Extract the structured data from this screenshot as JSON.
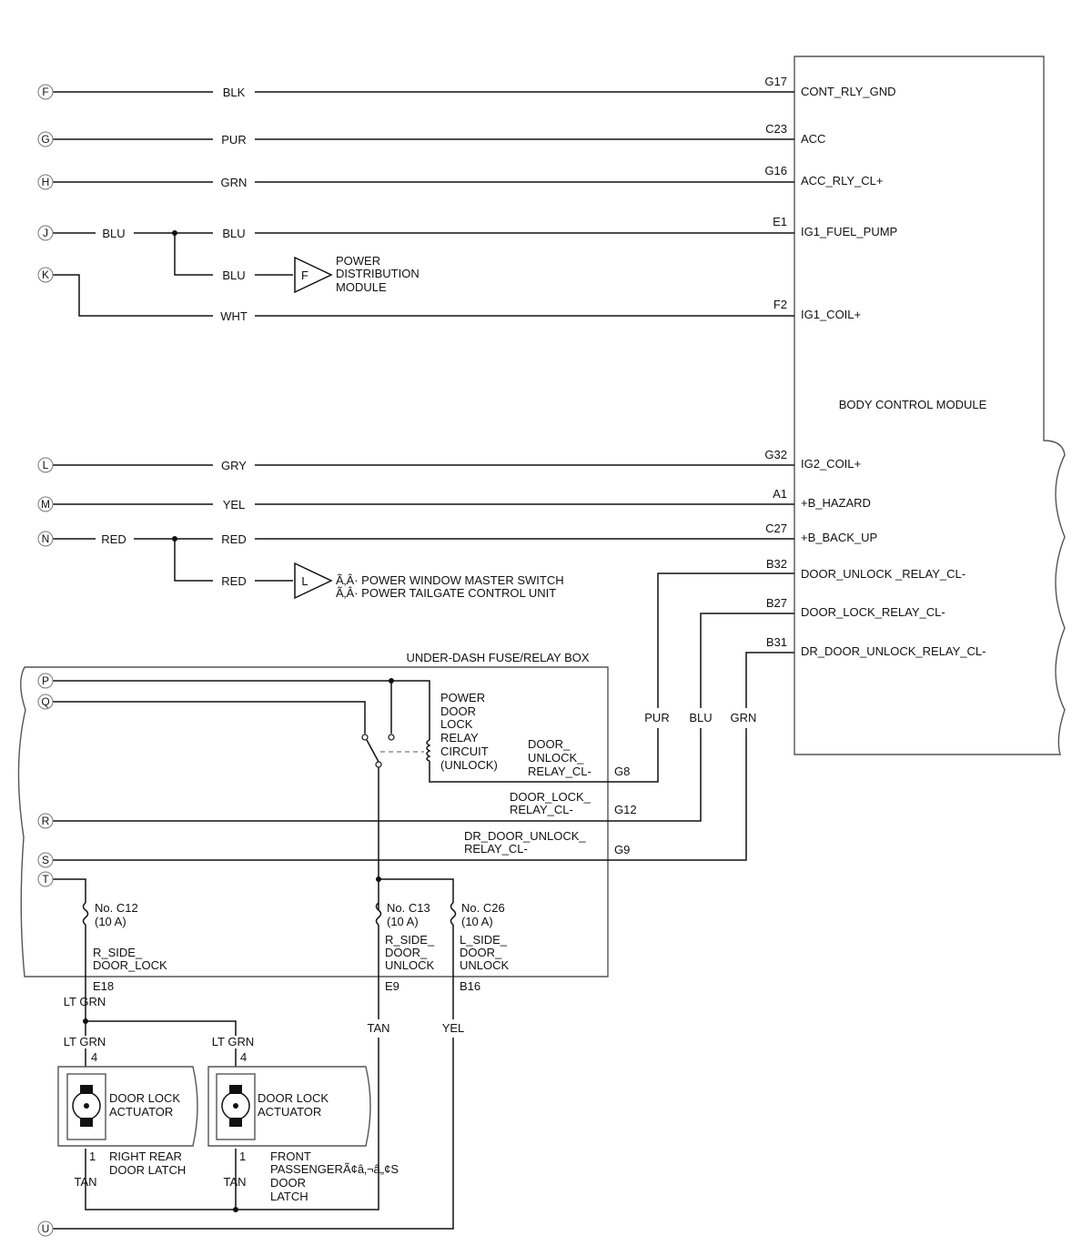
{
  "bcm": {
    "title": "BODY CONTROL MODULE",
    "pins": [
      {
        "pin": "G17",
        "label": "CONT_RLY_GND"
      },
      {
        "pin": "C23",
        "label": "ACC"
      },
      {
        "pin": "G16",
        "label": "ACC_RLY_CL+"
      },
      {
        "pin": "E1",
        "label": "IG1_FUEL_PUMP"
      },
      {
        "pin": "F2",
        "label": "IG1_COIL+"
      },
      {
        "pin": "G32",
        "label": "IG2_COIL+"
      },
      {
        "pin": "A1",
        "label": "+B_HAZARD"
      },
      {
        "pin": "C27",
        "label": "+B_BACK_UP"
      },
      {
        "pin": "B32",
        "label": "DOOR_UNLOCK _RELAY_CL-"
      },
      {
        "pin": "B27",
        "label": "DOOR_LOCK_RELAY_CL-"
      },
      {
        "pin": "B31",
        "label": "DR_DOOR_UNLOCK_RELAY_CL-"
      }
    ]
  },
  "connectors": [
    "F",
    "G",
    "H",
    "J",
    "K",
    "L",
    "M",
    "N",
    "P",
    "Q",
    "R",
    "S",
    "T",
    "U"
  ],
  "wires": {
    "f": "BLK",
    "g": "PUR",
    "h": "GRN",
    "j_left": "BLU",
    "j_right": "BLU",
    "to_pdm": "BLU",
    "k": "WHT",
    "l": "GRY",
    "m": "YEL",
    "n_left": "RED",
    "n_right": "RED",
    "to_lref": "RED",
    "b32": "PUR",
    "b27": "BLU",
    "b31": "GRN",
    "lt_grn_top": "LT GRN",
    "lt_grn_1": "LT GRN",
    "lt_grn_2": "LT GRN",
    "e9": "TAN",
    "b16": "YEL",
    "tan_1": "TAN",
    "tan_2": "TAN"
  },
  "refs": {
    "f_ref": "F",
    "f_lines": [
      "POWER",
      "DISTRIBUTION",
      "MODULE"
    ],
    "l_ref": "L",
    "l_lines": [
      "Ã‚Â· POWER WINDOW MASTER SWITCH",
      "Ã‚Â· POWER TAILGATE CONTROL UNIT"
    ]
  },
  "fusebox": {
    "title": "UNDER-DASH FUSE/RELAY BOX",
    "relay_lines": [
      "POWER",
      "DOOR",
      "LOCK",
      "RELAY",
      "CIRCUIT",
      "(UNLOCK)"
    ],
    "door_unlock_cl": [
      "DOOR_",
      "UNLOCK_",
      "RELAY_CL-"
    ],
    "door_lock_cl": [
      "DOOR_LOCK_",
      "RELAY_CL-"
    ],
    "dr_door_unlock_cl": [
      "DR_DOOR_UNLOCK_",
      "RELAY_CL-"
    ],
    "pins": {
      "g8": "G8",
      "g12": "G12",
      "g9": "G9",
      "e18": "E18",
      "e9": "E9",
      "b16": "B16"
    },
    "fuses": [
      {
        "no": "No. C12",
        "rating": "(10 A)",
        "lines": [
          "R_SIDE_",
          "DOOR_LOCK"
        ]
      },
      {
        "no": "No. C13",
        "rating": "(10 A)",
        "lines": [
          "R_SIDE_",
          "DOOR_",
          "UNLOCK"
        ]
      },
      {
        "no": "No. C26",
        "rating": "(10 A)",
        "lines": [
          "L_SIDE_",
          "DOOR_",
          "UNLOCK"
        ]
      }
    ]
  },
  "actuators": [
    {
      "title": [
        "DOOR LOCK",
        "ACTUATOR"
      ],
      "location": [
        "RIGHT REAR",
        "DOOR LATCH"
      ],
      "pin_top": "4",
      "pin_bottom": "1"
    },
    {
      "title": [
        "DOOR LOCK",
        "ACTUATOR"
      ],
      "location": [
        "FRONT",
        "PASSENGERÃ¢â‚¬â„¢S",
        "DOOR",
        "LATCH"
      ],
      "pin_top": "4",
      "pin_bottom": "1"
    }
  ]
}
